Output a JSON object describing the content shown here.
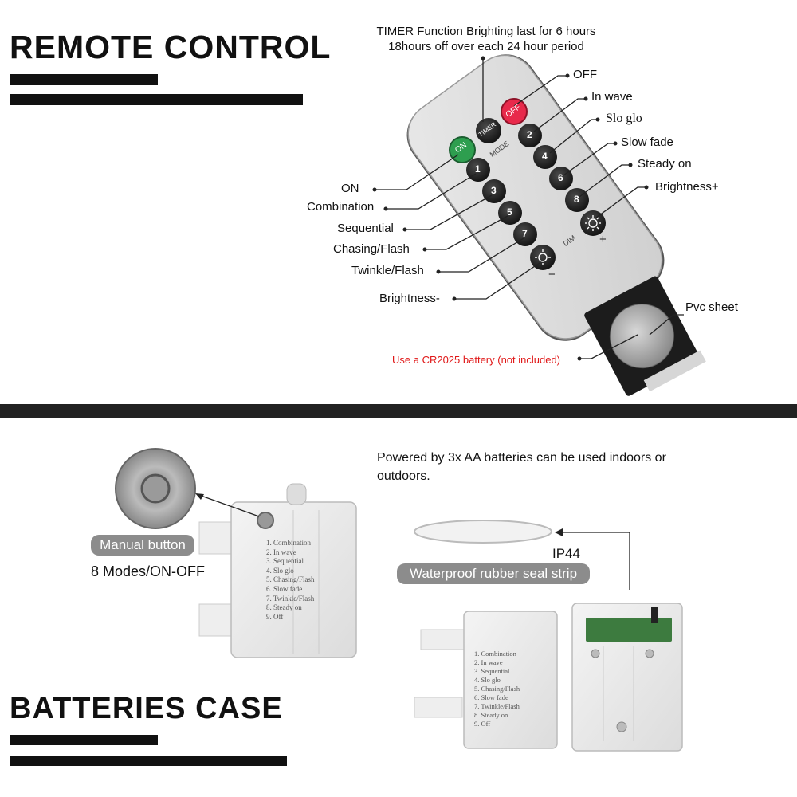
{
  "sections": {
    "remote_title": "REMOTE CONTROL",
    "case_title": "BATTERIES CASE"
  },
  "remote": {
    "timer_note_line1": "TIMER Function Brighting last for 6 hours",
    "timer_note_line2": "18hours off over each 24 hour period",
    "button_on": "ON",
    "button_timer": "TIMER",
    "button_off": "OFF",
    "mode_label": "MODE",
    "dim_label": "DIM",
    "plus_sign": "+",
    "minus_sign": "−",
    "number_buttons": [
      "1",
      "2",
      "3",
      "4",
      "5",
      "6",
      "7",
      "8"
    ],
    "labels_right": [
      "OFF",
      "In wave",
      "Slo glo",
      "Slow fade",
      "Steady on",
      "Brightness+"
    ],
    "labels_left": [
      "ON",
      "Combination",
      "Sequential",
      "Chasing/Flash",
      "Twinkle/Flash",
      "Brightness-"
    ],
    "pvc_sheet": "Pvc sheet",
    "battery_note": "Use a CR2025 battery (not included)"
  },
  "case": {
    "powered_line1": "Powered by 3x AA batteries can be used indoors or",
    "powered_line2": "outdoors.",
    "manual_button": "Manual button",
    "modes_label": "8 Modes/ON-OFF",
    "ip_rating": "IP44",
    "seal_strip": "Waterproof rubber seal strip",
    "mode_list": [
      "1. Combination",
      "2. In wave",
      "3. Sequential",
      "4. Slo glo",
      "5. Chasing/Flash",
      "6. Slow fade",
      "7. Twinkle/Flash",
      "8. Steady on",
      "9. Off"
    ]
  },
  "colors": {
    "on_button": "#2e9e4f",
    "off_button": "#e8294b",
    "remote_body": "#d9d9d9",
    "pill_bg": "#8c8c8c",
    "red_text": "#e01818"
  }
}
